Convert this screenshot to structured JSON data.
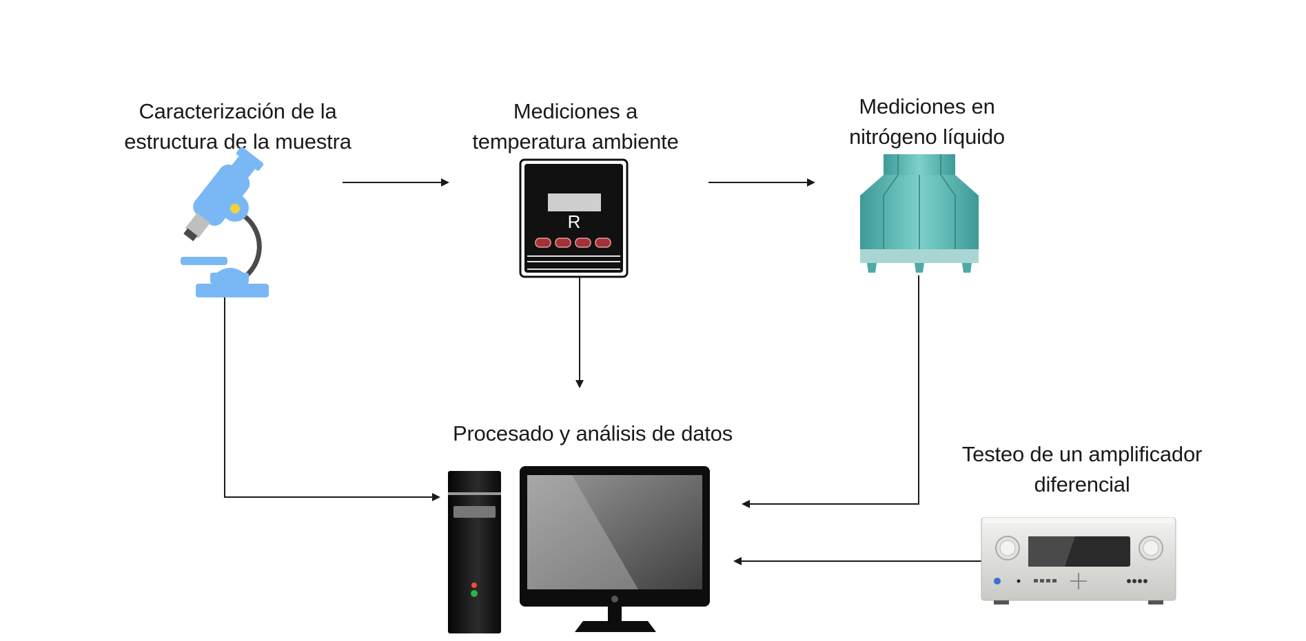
{
  "nodes": {
    "caracterizacion": {
      "line1": "Caracterización de la",
      "line2": "estructura de la muestra",
      "icon": "microscope-icon"
    },
    "temperatura": {
      "line1": "Mediciones a",
      "line2": "temperatura ambiente",
      "icon": "resistance-meter-icon",
      "meter_symbol": "R"
    },
    "nitrogeno": {
      "line1": "Mediciones en",
      "line2": "nitrógeno líquido",
      "icon": "cryostat-icon"
    },
    "procesado": {
      "line1": "Procesado y análisis de datos",
      "icon": "computer-icon"
    },
    "amplificador": {
      "line1": "Testeo de un amplificador",
      "line2": "diferencial",
      "icon": "amplifier-icon"
    }
  },
  "colors": {
    "arrow": "#1a1a1a",
    "microscope": "#7ab8f5",
    "cryostat": "#4fa9a6",
    "meter": "#111111",
    "amplifier": "#d9d9d6"
  }
}
